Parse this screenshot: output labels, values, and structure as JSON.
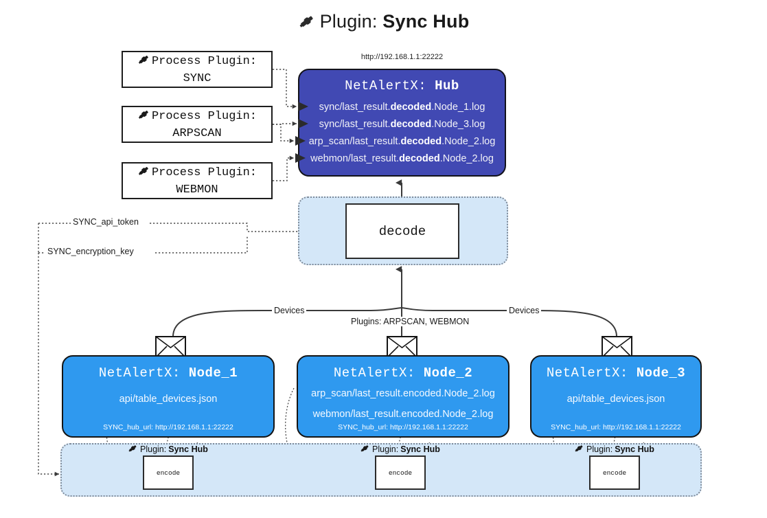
{
  "title": {
    "icon": "plug-icon",
    "label": "Plugin:",
    "name": "Sync Hub"
  },
  "hub": {
    "url": "http://192.168.1.1:22222",
    "title_prefix": "NetAlertX:",
    "title_name": "Hub",
    "logs": [
      {
        "pre": "sync/last_result.",
        "mid": "decoded",
        "post": ".Node_1.log"
      },
      {
        "pre": "sync/last_result.",
        "mid": "decoded",
        "post": ".Node_3.log"
      },
      {
        "pre": "arp_scan/last_result.",
        "mid": "decoded",
        "post": ".Node_2.log"
      },
      {
        "pre": "webmon/last_result.",
        "mid": "decoded",
        "post": ".Node_2.log"
      }
    ]
  },
  "process_plugins": [
    {
      "icon": "plug-icon",
      "label": "Process Plugin:",
      "name": "SYNC"
    },
    {
      "icon": "plug-icon",
      "label": "Process Plugin:",
      "name": "ARPSCAN"
    },
    {
      "icon": "plug-icon",
      "label": "Process Plugin:",
      "name": "WEBMON"
    }
  ],
  "decode": {
    "label": "decode"
  },
  "settings": {
    "api_token": "SYNC_api_token",
    "encryption_key": "SYNC_encryption_key"
  },
  "edge_labels": {
    "devices_left": "Devices",
    "devices_right": "Devices",
    "plugins_mid": "Plugins: ARPSCAN, WEBMON"
  },
  "nodes": [
    {
      "icon": "envelope-icon",
      "title_prefix": "NetAlertX:",
      "title_name": "Node_1",
      "lines": [
        "api/table_devices.json"
      ],
      "footer": "SYNC_hub_url: http://192.168.1.1:22222"
    },
    {
      "icon": "envelope-icon",
      "title_prefix": "NetAlertX:",
      "title_name": "Node_2",
      "lines": [
        "arp_scan/last_result.encoded.Node_2.log",
        "webmon/last_result.encoded.Node_2.log"
      ],
      "footer": "SYNC_hub_url: http://192.168.1.1:22222"
    },
    {
      "icon": "envelope-icon",
      "title_prefix": "NetAlertX:",
      "title_name": "Node_3",
      "lines": [
        "api/table_devices.json"
      ],
      "footer": "SYNC_hub_url: http://192.168.1.1:22222"
    }
  ],
  "encoders": [
    {
      "icon": "plug-icon",
      "caption_label": "Plugin:",
      "caption_name": "Sync Hub",
      "box_label": "encode"
    },
    {
      "icon": "plug-icon",
      "caption_label": "Plugin:",
      "caption_name": "Sync Hub",
      "box_label": "encode"
    },
    {
      "icon": "plug-icon",
      "caption_label": "Plugin:",
      "caption_name": "Sync Hub",
      "box_label": "encode"
    }
  ],
  "colors": {
    "hub": "#4149b3",
    "node": "#2f99ef",
    "region": "#d4e7f8",
    "line": "#3a3a3a",
    "dotted": "#5a5a5a"
  }
}
